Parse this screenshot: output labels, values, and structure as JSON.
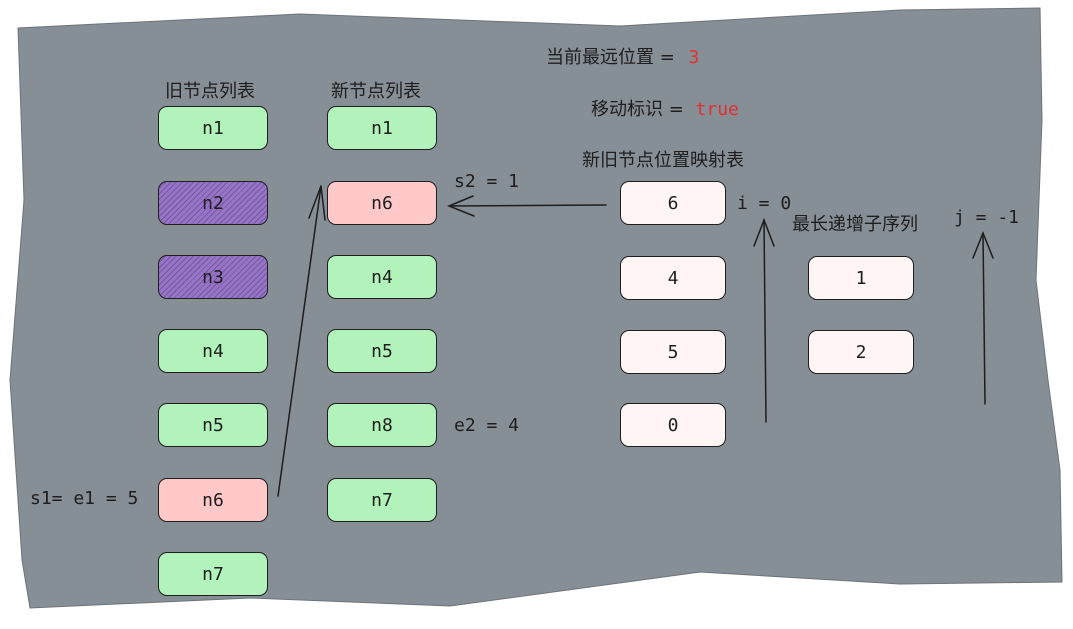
{
  "headings": {
    "old_list": "旧节点列表",
    "new_list": "新节点列表",
    "map_table": "新旧节点位置映射表",
    "lis": "最长递增子序列"
  },
  "status": {
    "farthest_label": "当前最远位置 =",
    "farthest_value": "3",
    "moved_label": "移动标识 =",
    "moved_value": "true"
  },
  "old_nodes": [
    "n1",
    "n2",
    "n3",
    "n4",
    "n5",
    "n6",
    "n7"
  ],
  "new_nodes": [
    "n1",
    "n6",
    "n4",
    "n5",
    "n8",
    "n7"
  ],
  "map_values": [
    "6",
    "4",
    "5",
    "0"
  ],
  "lis_values": [
    "1",
    "2"
  ],
  "labels": {
    "s1_e1": "s1= e1 = 5",
    "s2": "s2 = 1",
    "e2": "e2 = 4",
    "i": "i = 0",
    "j": "j = -1"
  },
  "colors": {
    "background_panel": "#868e96",
    "kept_node": "#b2f2bb",
    "current_node": "#ffc9c9",
    "removed_node": "#9775c6",
    "map_cell": "#fff5f5",
    "highlight_text": "#e03131"
  }
}
